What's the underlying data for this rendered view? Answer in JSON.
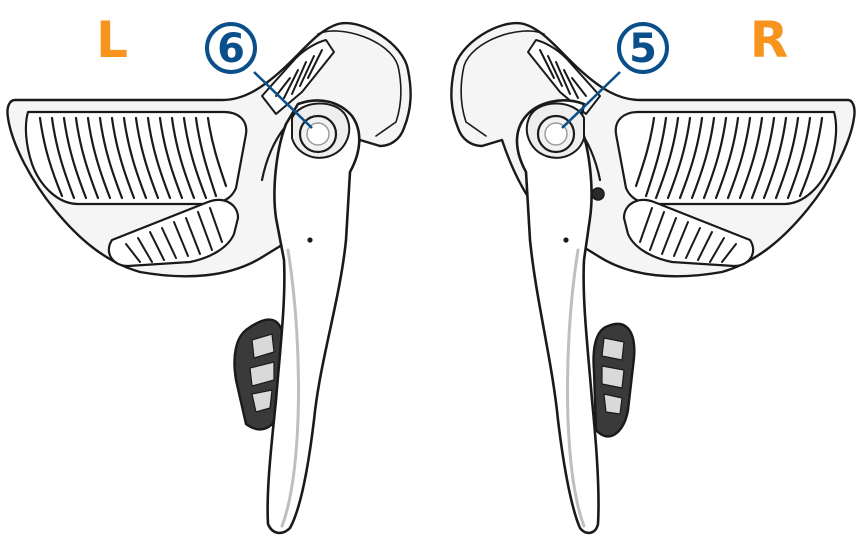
{
  "labels": {
    "left_side": "L",
    "right_side": "R"
  },
  "callouts": [
    {
      "number": "6",
      "target": "left-lever-button"
    },
    {
      "number": "5",
      "target": "right-lever-button"
    }
  ],
  "colors": {
    "side_letter": "#f7941d",
    "callout": "#0b4f8a",
    "outline": "#1a1a1a",
    "body_fill": "#f5f5f5",
    "lever_fill": "#ffffff",
    "paddle_fill": "#3a3a3a"
  }
}
